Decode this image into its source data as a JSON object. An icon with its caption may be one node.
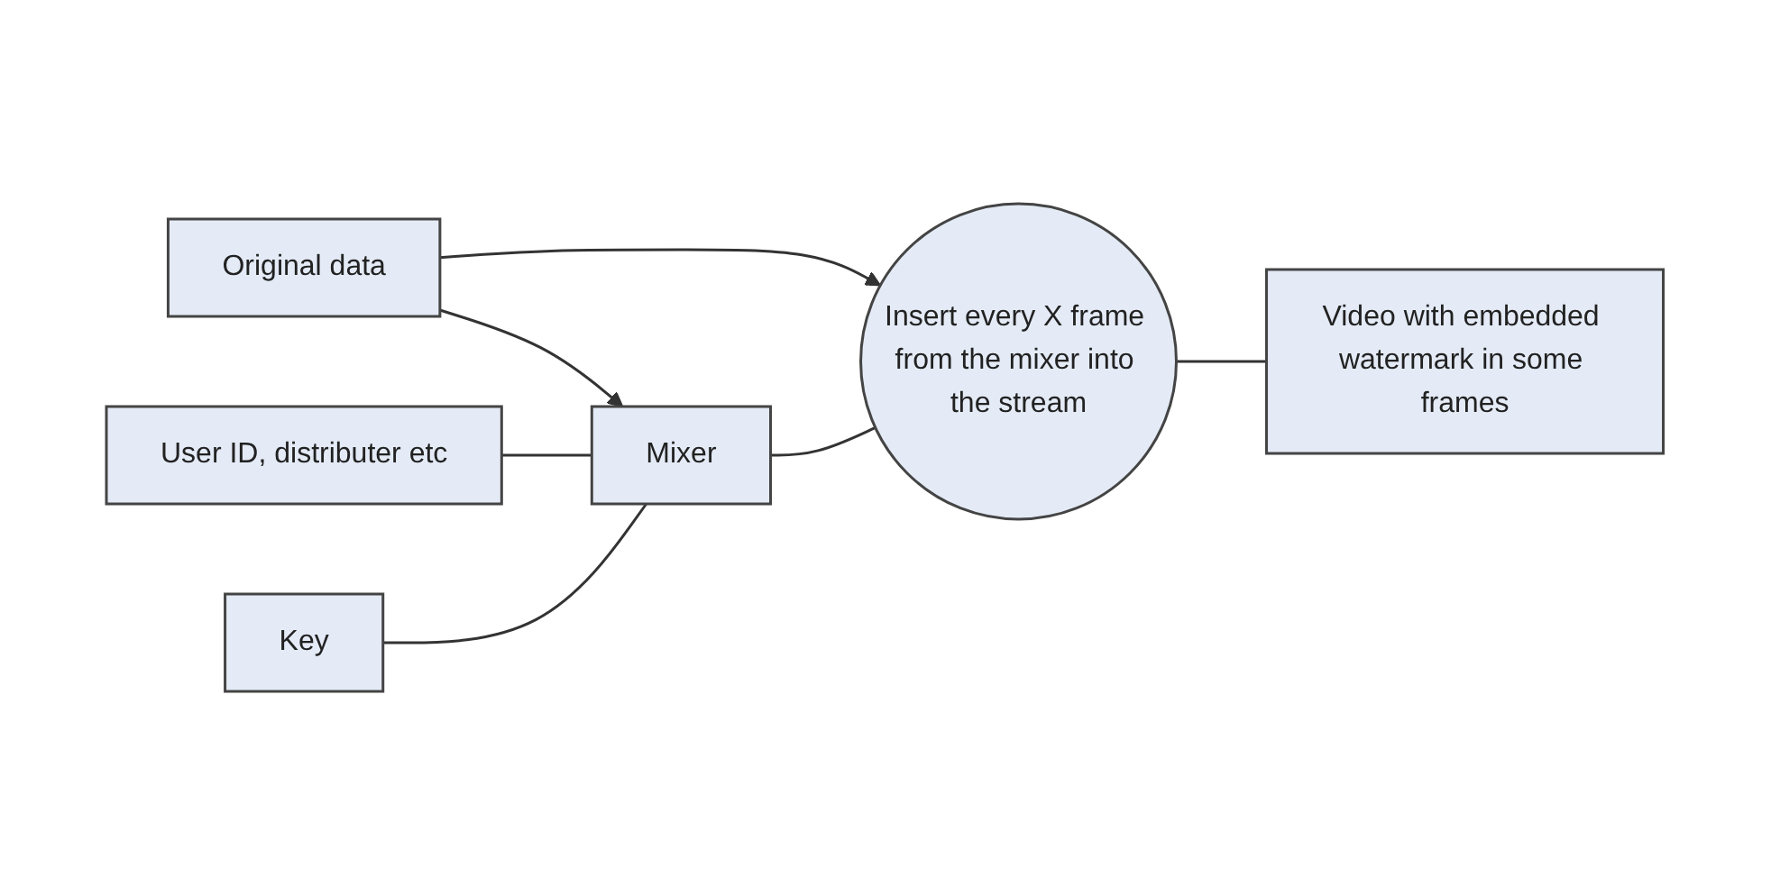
{
  "diagram": {
    "nodes": [
      {
        "text": [
          "Original data"
        ]
      },
      {
        "text": [
          "User ID, distributer etc"
        ]
      },
      {
        "text": [
          "Mixer"
        ]
      },
      {
        "text": [
          "Insert every X frame from the mixer into the stream"
        ]
      },
      {
        "text": [
          "Video with embedded watermark in some frames"
        ]
      },
      {
        "text": [
          "Key"
        ]
      }
    ],
    "edges": [
      {
        "from": 0,
        "to": 2,
        "arrow": "to"
      },
      {
        "from": 0,
        "to": 3,
        "arrow": "to"
      },
      {
        "from": 1,
        "to": 2,
        "arrow": "none"
      },
      {
        "from": 2,
        "to": 3,
        "arrow": "none"
      },
      {
        "from": 5,
        "to": 2,
        "arrow": "none"
      },
      {
        "from": 3,
        "to": 4,
        "arrow": "none"
      }
    ]
  }
}
